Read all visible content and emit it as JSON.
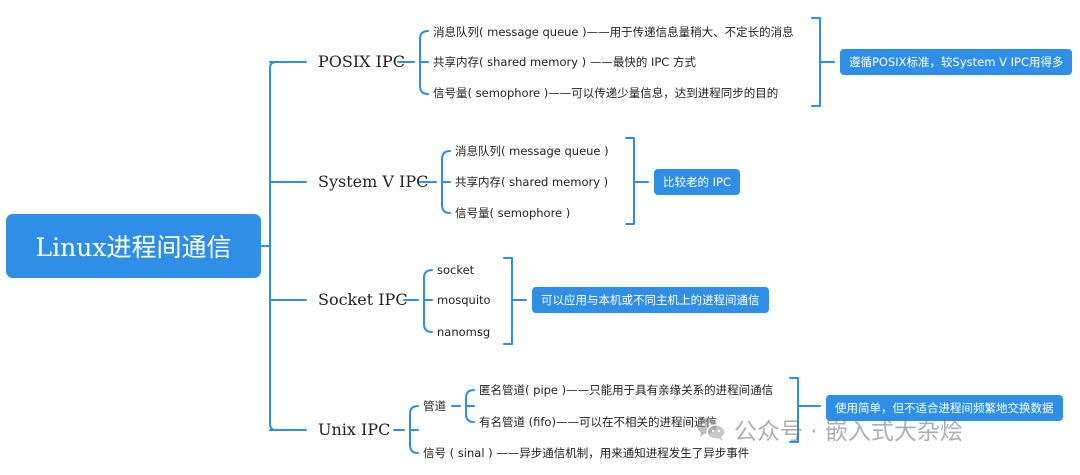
{
  "root": {
    "label": "Linux进程间通信"
  },
  "posix": {
    "label": "POSIX IPC",
    "items": [
      "消息队列( message queue )——用于传递信息量稍大、不定长的消息",
      "共享内存( shared memory ) ——最快的 IPC 方式",
      "信号量( semophore )——可以传递少量信息，达到进程同步的目的"
    ],
    "note": "遵循POSIX标准，较System V IPC用得多"
  },
  "systemv": {
    "label": "System V IPC",
    "items": [
      "消息队列( message queue )",
      "共享内存( shared memory )",
      "信号量( semophore )"
    ],
    "note": "比较老的 IPC"
  },
  "socket": {
    "label": "Socket IPC",
    "items": [
      "socket",
      "mosquito",
      "nanomsg"
    ],
    "note": "可以应用与本机或不同主机上的进程间通信"
  },
  "unix": {
    "label": "Unix IPC",
    "pipe_label": "管道",
    "pipe_items": [
      "匿名管道( pipe )——只能用于具有亲缘关系的进程间通信",
      "有名管道 (fifo)——可以在不相关的进程间通信"
    ],
    "signal": "信号 ( sinal ) ——异步通信机制，用来通知进程发生了异步事件",
    "note": "使用简单，但不适合进程间频繁地交换数据"
  },
  "watermark": {
    "text": "公众号 · 嵌入式大杂烩",
    "icon": "wechat-icon"
  },
  "colors": {
    "accent": "#2f8fe6",
    "line": "#2f8fe6"
  }
}
